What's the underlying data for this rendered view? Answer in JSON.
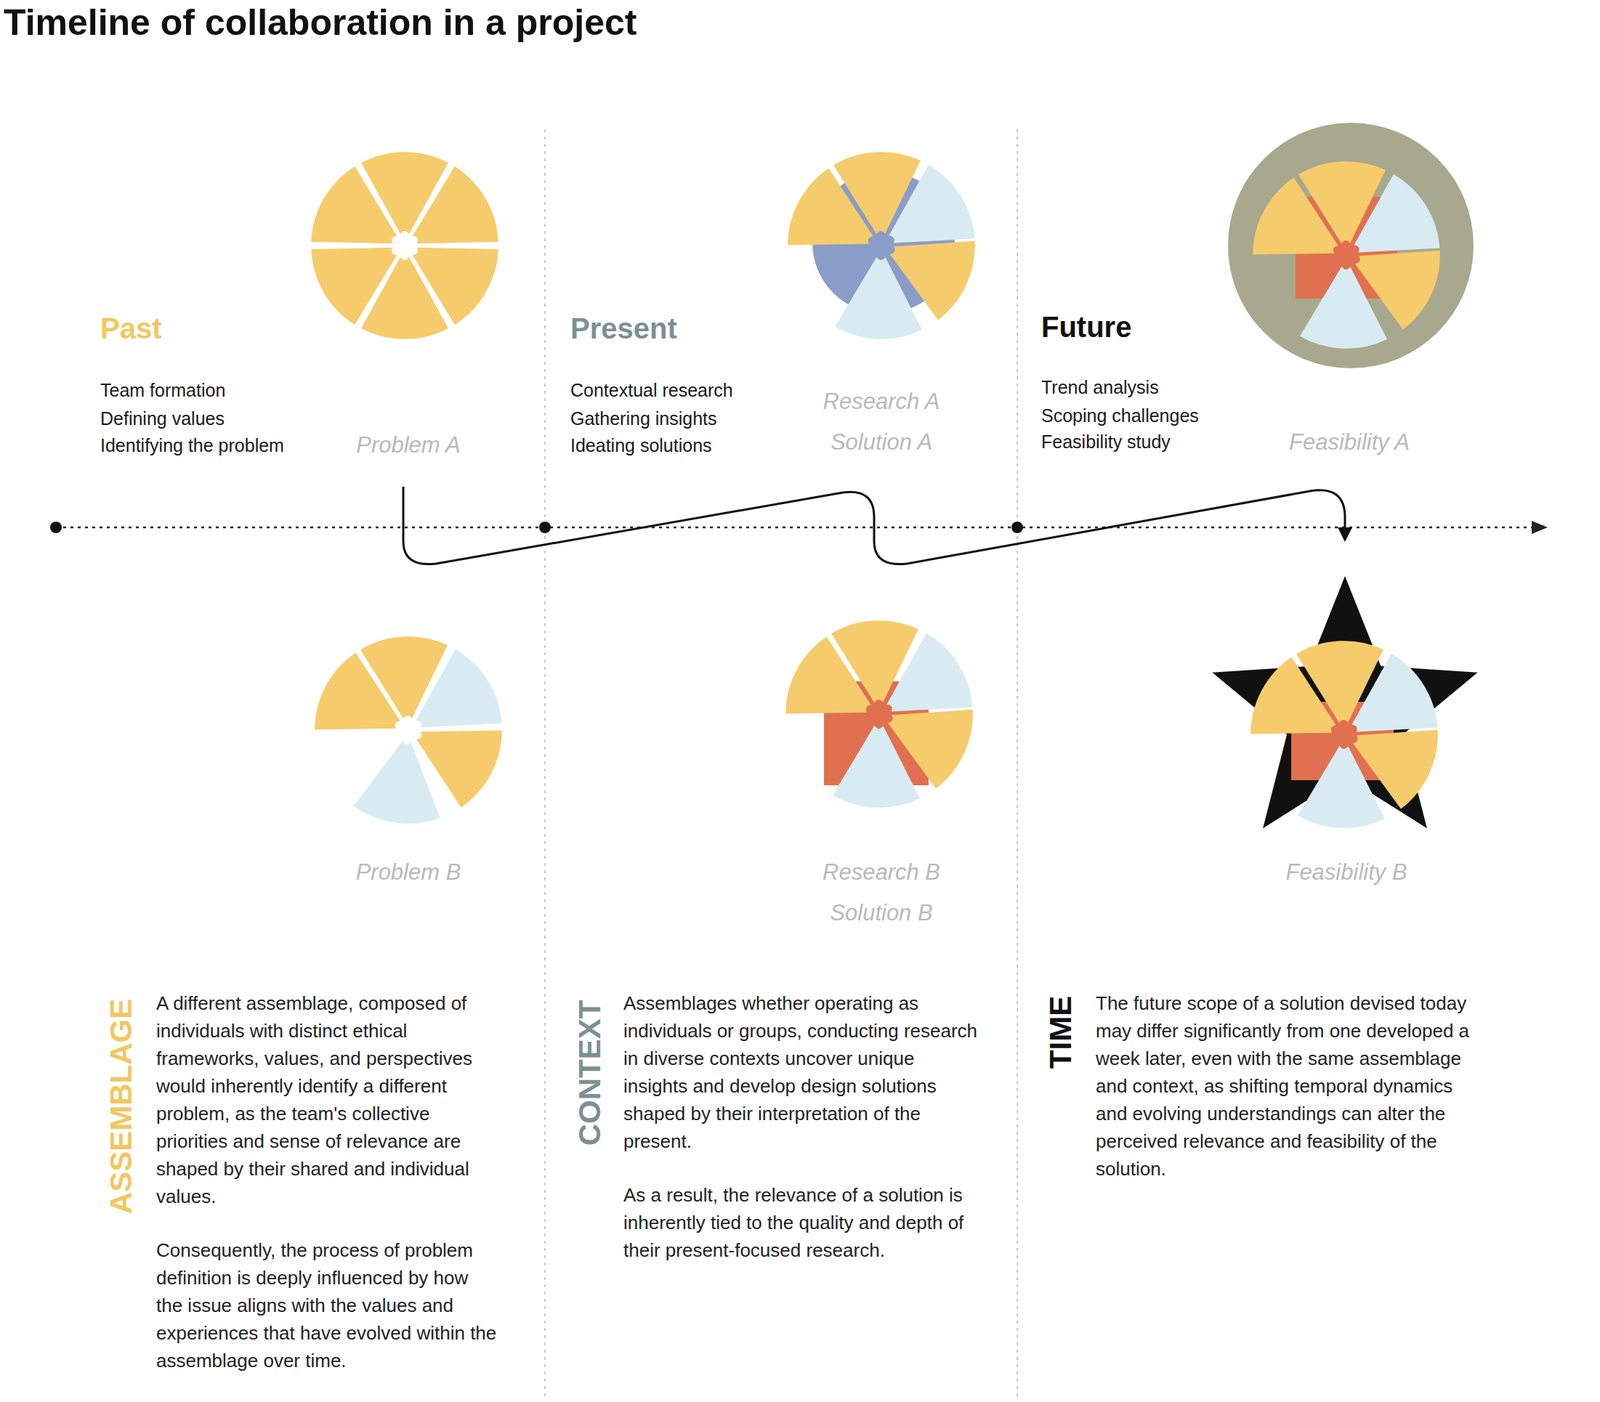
{
  "diagram": {
    "title": "Timeline of collaboration in a project",
    "labels": [
      "Past",
      "Team formation",
      "Defining values",
      "Identifying the problem",
      "Problem A",
      "Present",
      "Contextual research",
      "Gathering insights",
      "Ideating solutions",
      "Research A",
      "Solution A",
      "Future",
      "Trend analysis",
      "Scoping challenges",
      "Feasibility study",
      "Feasibility A",
      "Problem B",
      "Research B",
      "Solution B",
      "Feasibility B",
      "ASSEMBLAGE",
      "A different assemblage, composed of individuals with distinct ethical frameworks, values, and perspectives would inherently identify a different problem, as the team's collective priorities and sense of relevance are shaped by their shared and individual values.",
      "Consequently, the process of problem definition is deeply influenced by how the issue aligns with the values and experiences that have evolved within the assemblage over time.",
      "CONTEXT",
      "Assemblages whether operating as individuals or groups, conducting research in diverse contexts uncover unique insights and develop design solutions shaped by their interpretation of the present.",
      "As a result, the relevance of a solution is inherently tied to the quality and depth of their present-focused research.",
      "TIME",
      "The future scope of a solution devised today may differ significantly from one developed a week later, even with the same assemblage and context, as shifting temporal dynamics and evolving understandings can alter the perceived relevance and feasibility of the solution."
    ]
  }
}
